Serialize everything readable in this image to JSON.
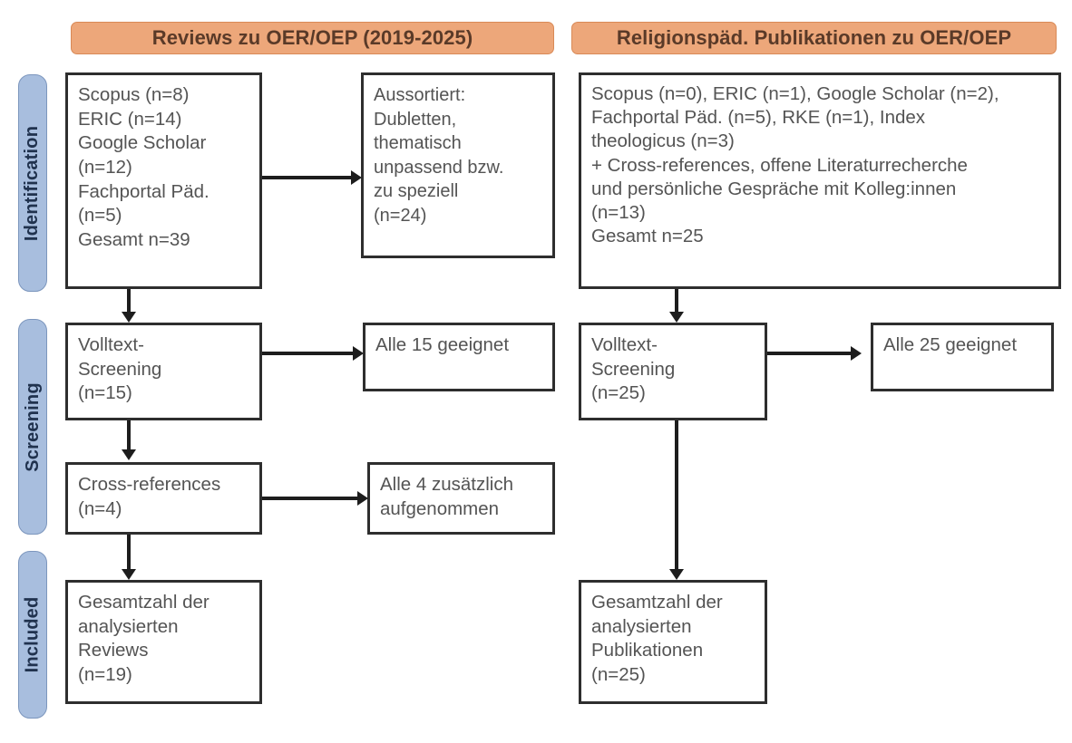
{
  "diagram": {
    "type": "prisma-flow-diagram",
    "accent_orange": "#eda77a",
    "accent_blue": "#a8bede",
    "box_border": "#2e2e2e"
  },
  "stages": [
    {
      "id": "identification",
      "label": "Identification"
    },
    {
      "id": "screening",
      "label": "Screening"
    },
    {
      "id": "included",
      "label": "Included"
    }
  ],
  "columns": [
    {
      "id": "reviews",
      "header": "Reviews zu OER/OEP (2019-2025)"
    },
    {
      "id": "religionspaed",
      "header": "Religionspäd. Publikationen zu OER/OEP"
    }
  ],
  "boxes": {
    "left_sources": "Scopus (n=8)\nERIC (n=14)\nGoogle Scholar\n(n=12)\nFachportal Päd.\n(n=5)\nGesamt n=39",
    "left_excluded": "Aussortiert:\nDubletten,\nthematisch\nunpassend bzw.\nzu speziell\n(n=24)",
    "left_fulltext": "Volltext-\nScreening\n(n=15)",
    "left_fulltext_result": "Alle 15 geeignet",
    "left_crossrefs": "Cross-references\n(n=4)",
    "left_crossrefs_result": "Alle 4 zusätzlich\naufgenommen",
    "left_included": "Gesamtzahl der\nanalysierten\nReviews\n(n=19)",
    "right_sources": "Scopus (n=0), ERIC (n=1), Google Scholar (n=2),\nFachportal Päd. (n=5), RKE (n=1), Index\ntheologicus (n=3)\n+ Cross-references, offene Literaturrecherche\nund persönliche Gespräche mit Kolleg:innen\n(n=13)\nGesamt n=25",
    "right_fulltext": "Volltext-\nScreening\n(n=25)",
    "right_fulltext_result": "Alle 25 geeignet",
    "right_included": "Gesamtzahl der\nanalysierten\nPublikationen\n(n=25)"
  },
  "counts": {
    "left_scopus": 8,
    "left_eric": 14,
    "left_google_scholar": 12,
    "left_fachportal": 5,
    "left_total": 39,
    "left_excluded": 24,
    "left_fulltext": 15,
    "left_crossrefs": 4,
    "left_included": 19,
    "right_scopus": 0,
    "right_eric": 1,
    "right_google_scholar": 2,
    "right_fachportal": 5,
    "right_rke": 1,
    "right_index_theologicus": 3,
    "right_other": 13,
    "right_total": 25,
    "right_fulltext": 25,
    "right_included": 25
  }
}
